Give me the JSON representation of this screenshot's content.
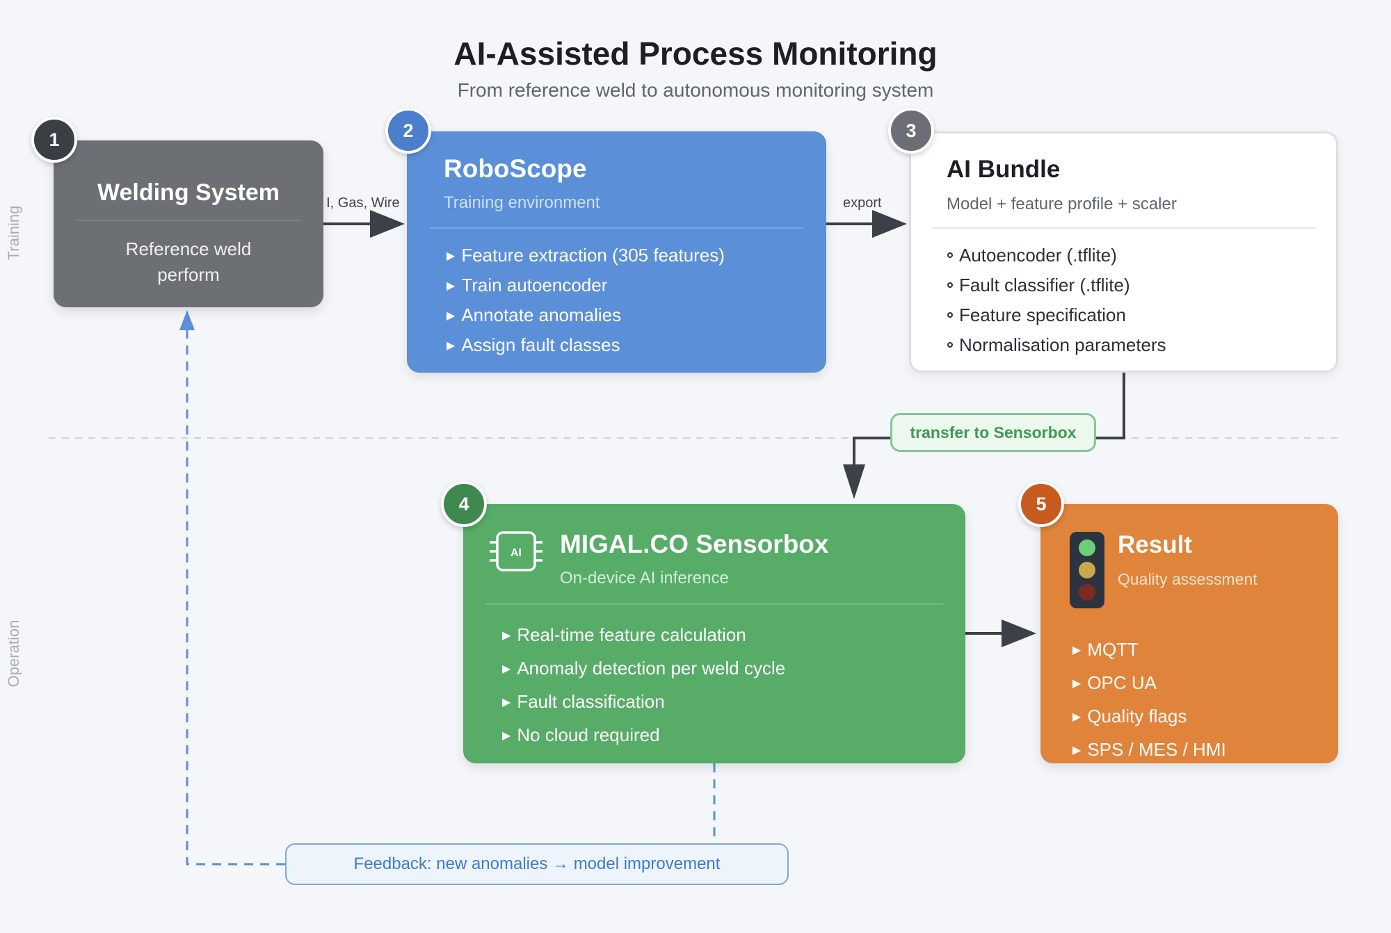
{
  "header": {
    "title": "AI-Assisted Process Monitoring",
    "subtitle": "From reference weld to autonomous monitoring system"
  },
  "lanes": {
    "training": "Training",
    "operation": "Operation"
  },
  "steps": {
    "welding": {
      "number": "1",
      "title": "Welding System",
      "description_lines": [
        "Reference weld",
        "perform"
      ]
    },
    "roboscope": {
      "number": "2",
      "title": "RoboScope",
      "subtitle": "Training environment",
      "items": [
        "Feature extraction (305 features)",
        "Train autoencoder",
        "Annotate anomalies",
        "Assign fault classes"
      ]
    },
    "bundle": {
      "number": "3",
      "title": "AI Bundle",
      "subtitle": "Model + feature profile + scaler",
      "items": [
        "Autoencoder (.tflite)",
        "Fault classifier (.tflite)",
        "Feature specification",
        "Normalisation parameters"
      ]
    },
    "sensorbox": {
      "number": "4",
      "title": "MIGAL.CO Sensorbox",
      "subtitle": "On-device AI inference",
      "chip_text": "AI",
      "icon": "ai-chip-icon",
      "items": [
        "Real-time feature calculation",
        "Anomaly detection per weld cycle",
        "Fault classification",
        "No cloud required"
      ]
    },
    "result": {
      "number": "5",
      "title": "Result",
      "subtitle": "Quality assessment",
      "icon": "traffic-light-icon",
      "items": [
        "MQTT",
        "OPC UA",
        "Quality flags",
        "SPS / MES / HMI"
      ]
    }
  },
  "edges": {
    "welding_to_roboscope": ", I, Gas, Wire",
    "roboscope_to_bundle": "export",
    "bundle_to_sensorbox": "transfer to Sensorbox",
    "feedback": "Feedback: new anomalies → model improvement"
  },
  "colors": {
    "welding": "#6c7075",
    "roboscope": "#5b8fd8",
    "bundle": "#ffffff",
    "sensorbox": "#57ac67",
    "result": "#df843a",
    "badge_welding": "#3a3e45",
    "badge_roboscope": "#4b7fcb",
    "badge_bundle": "#6b6f75",
    "badge_sensorbox": "#3e8a4e",
    "badge_result": "#c75a1e",
    "arrow": "#3c4048",
    "feedback": "#5a8fdc"
  }
}
